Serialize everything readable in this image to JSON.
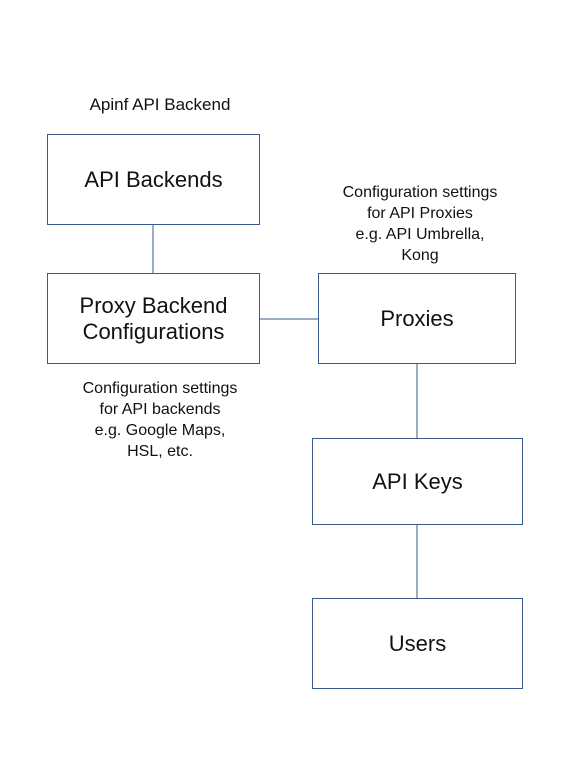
{
  "title": "Apinf API Backend",
  "nodes": {
    "api_backends": "API Backends",
    "proxy_backend_configurations": "Proxy Backend\nConfigurations",
    "proxies": "Proxies",
    "api_keys": "API Keys",
    "users": "Users"
  },
  "notes": {
    "proxies_note": "Configuration settings\nfor API Proxies\ne.g. API Umbrella,\nKong",
    "backends_note": "Configuration settings\nfor API backends\ne.g. Google Maps,\nHSL, etc."
  },
  "colors": {
    "border": "#3a5a8a",
    "connector": "#3a5a8a",
    "text": "#111111"
  }
}
